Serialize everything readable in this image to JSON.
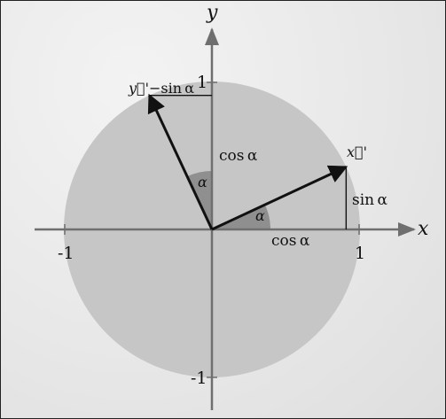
{
  "axes": {
    "x_label": "x",
    "y_label": "y",
    "tick_x_neg": "-1",
    "tick_x_pos": "1",
    "tick_y_pos": "1",
    "tick_y_neg": "-1"
  },
  "vectors": {
    "x_prime_label": "x⃗'",
    "y_prime_label": "y⃗'"
  },
  "labels": {
    "neg_sin_top": "−sin α",
    "cos_vertical": "cos α",
    "sin_right": "sin α",
    "cos_horizontal": "cos α",
    "alpha_upper": "α",
    "alpha_lower": "α"
  },
  "rotation_angle_deg": 25,
  "colors": {
    "circle": "#c6c6c6",
    "angle_wedge": "#8f8f8f",
    "axis": "#6f6f6f",
    "vector": "#111111",
    "frame": "#222222"
  }
}
